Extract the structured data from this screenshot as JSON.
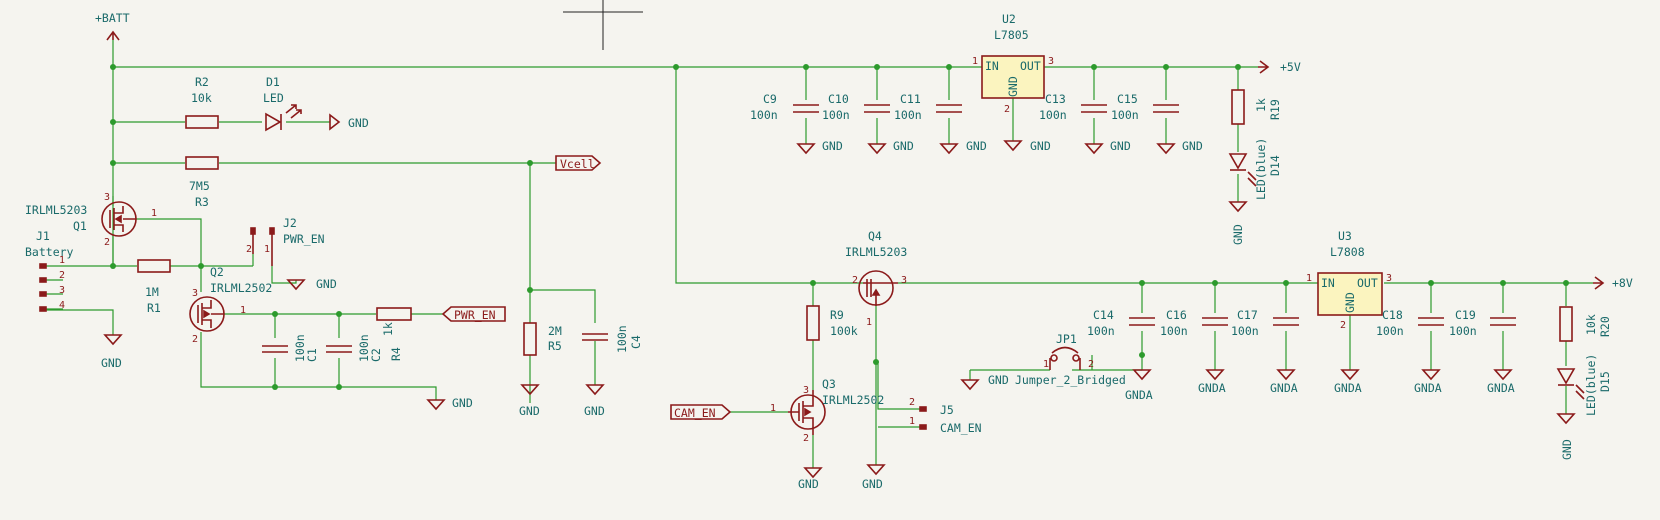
{
  "rails": {
    "batt": "+BATT",
    "v5": "+5V",
    "v8": "+8V",
    "vcell": "Vcell"
  },
  "labels": {
    "pwr_en": "PWR_EN",
    "cam_en": "CAM_EN",
    "gnd": "GND",
    "gnda": "GNDA"
  },
  "components": {
    "r2": {
      "ref": "R2",
      "value": "10k"
    },
    "d1": {
      "ref": "D1",
      "value": "LED"
    },
    "r3": {
      "ref": "R3",
      "value": "7M5"
    },
    "q1": {
      "ref": "Q1",
      "value": "IRLML5203"
    },
    "j1": {
      "ref": "J1",
      "value": "Battery",
      "pins": [
        "1",
        "2",
        "3",
        "4"
      ]
    },
    "r1": {
      "ref": "R1",
      "value": "1M"
    },
    "j2": {
      "ref": "J2",
      "value": "PWR_EN",
      "pins": [
        "2",
        "1"
      ]
    },
    "q2": {
      "ref": "Q2",
      "value": "IRLML2502"
    },
    "c1": {
      "ref": "C1",
      "value": "100n"
    },
    "c2": {
      "ref": "C2",
      "value": "100n"
    },
    "r4": {
      "ref": "R4",
      "value": "1k"
    },
    "r5": {
      "ref": "R5",
      "value": "2M"
    },
    "c4": {
      "ref": "C4",
      "value": "100n"
    },
    "c9": {
      "ref": "C9",
      "value": "100n"
    },
    "c10": {
      "ref": "C10",
      "value": "100n"
    },
    "c11": {
      "ref": "C11",
      "value": "100n"
    },
    "u2": {
      "ref": "U2",
      "value": "L7805",
      "in": "IN",
      "out": "OUT",
      "gnd": "GND",
      "p1": "1",
      "p2": "2",
      "p3": "3"
    },
    "c13": {
      "ref": "C13",
      "value": "100n"
    },
    "c15": {
      "ref": "C15",
      "value": "100n"
    },
    "r19": {
      "ref": "R19",
      "value": "1k"
    },
    "d14": {
      "ref": "D14",
      "value": "LED(blue)"
    },
    "q4": {
      "ref": "Q4",
      "value": "IRLML5203"
    },
    "r9": {
      "ref": "R9",
      "value": "100k"
    },
    "q3": {
      "ref": "Q3",
      "value": "IRLML2502"
    },
    "j5": {
      "ref": "J5",
      "value": "CAM_EN",
      "pins": [
        "2",
        "1"
      ]
    },
    "jp1": {
      "ref": "JP1",
      "value": "Jumper_2_Bridged",
      "p1": "1",
      "p2": "2"
    },
    "c14": {
      "ref": "C14",
      "value": "100n"
    },
    "c16": {
      "ref": "C16",
      "value": "100n"
    },
    "c17": {
      "ref": "C17",
      "value": "100n"
    },
    "u3": {
      "ref": "U3",
      "value": "L7808",
      "in": "IN",
      "out": "OUT",
      "gnd": "GND",
      "p1": "1",
      "p2": "2",
      "p3": "3"
    },
    "c18": {
      "ref": "C18",
      "value": "100n"
    },
    "c19": {
      "ref": "C19",
      "value": "100n"
    },
    "r20": {
      "ref": "R20",
      "value": "10k"
    },
    "d15": {
      "ref": "D15",
      "value": "LED(blue)"
    }
  },
  "pins": {
    "q_d": "3",
    "q_g": "1",
    "q_s": "2"
  },
  "colors": {
    "wire": "#2d9a2d",
    "symbol": "#8b1a1a",
    "text": "#1a6a6a",
    "ic_fill": "#fbf4bf",
    "background": "#f5f4ef"
  }
}
